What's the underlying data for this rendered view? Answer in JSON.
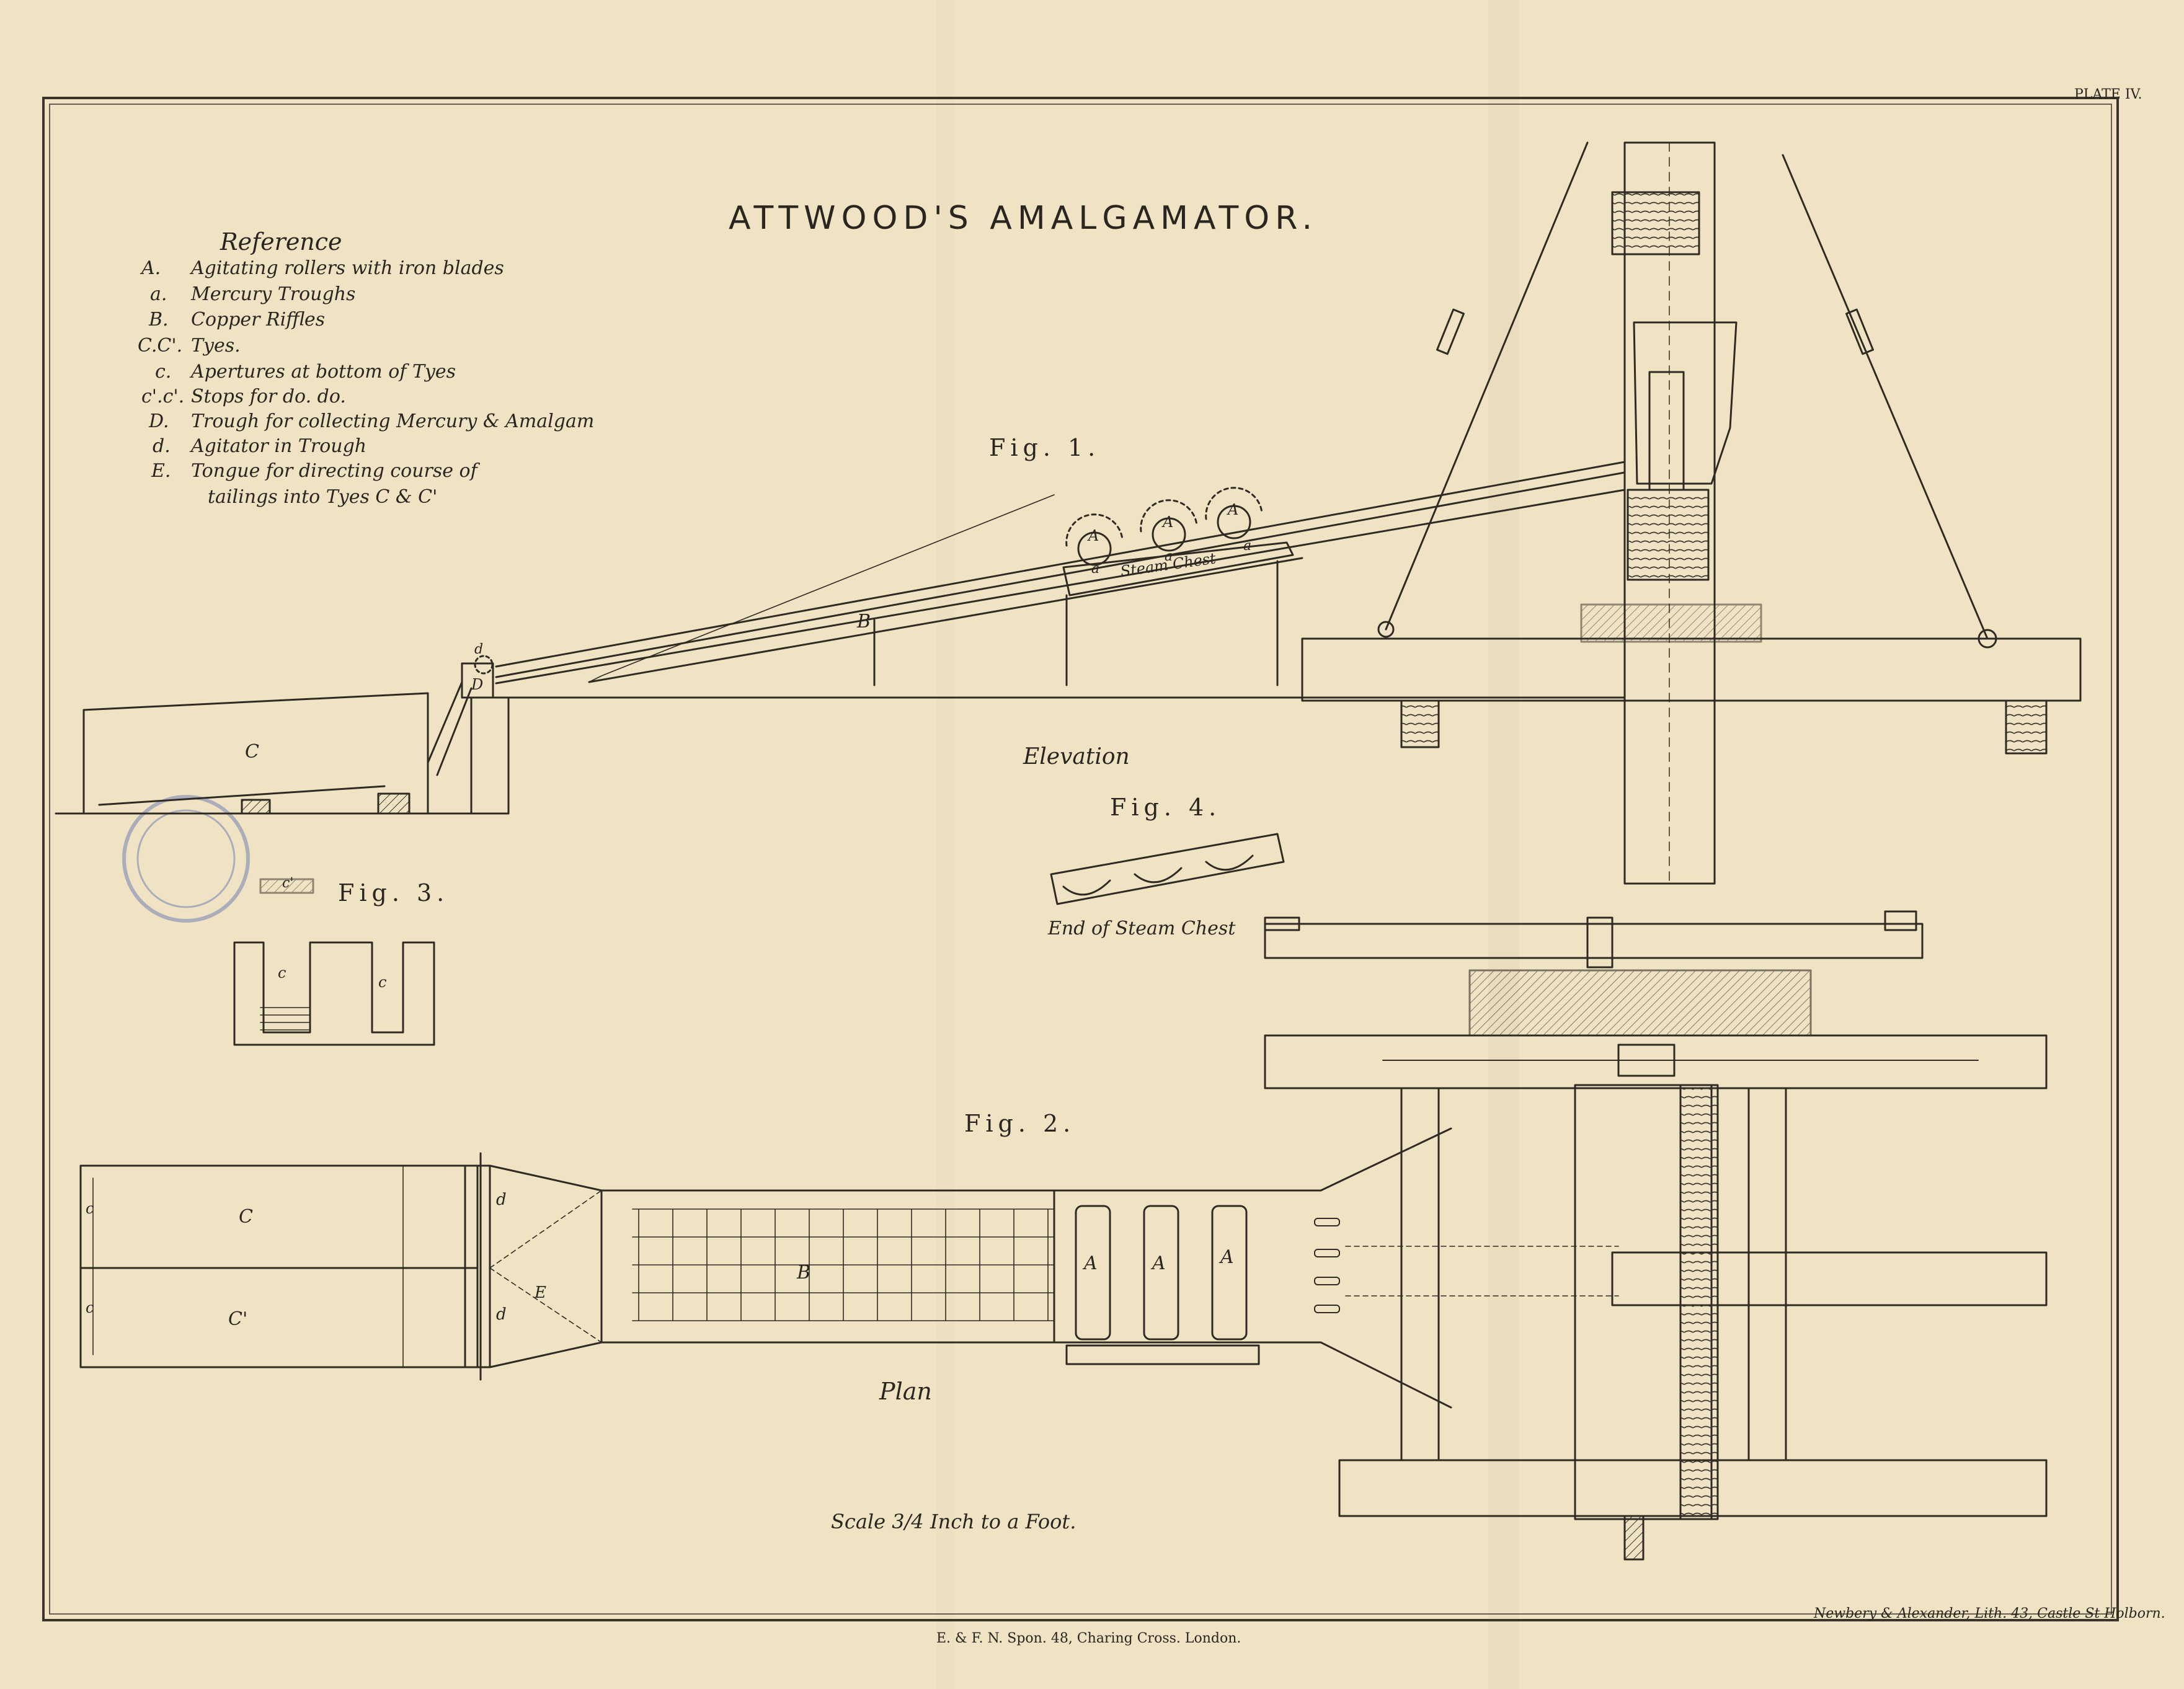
{
  "plate_no": "PLATE IV.",
  "title": "ATTWOOD'S AMALGAMATOR.",
  "reference": {
    "heading": "Reference",
    "items": [
      {
        "key": "A.",
        "text": "Agitating rollers with iron blades"
      },
      {
        "key": "a.",
        "text": "Mercury Troughs"
      },
      {
        "key": "B.",
        "text": "Copper Riffles"
      },
      {
        "key": "C.C'.",
        "text": "Tyes."
      },
      {
        "key": "c.",
        "text": "Apertures at bottom of Tyes"
      },
      {
        "key": "c'.c'.",
        "text": "Stops for          do.          do."
      },
      {
        "key": "D.",
        "text": "Trough for collecting Mercury & Amalgam"
      },
      {
        "key": "d.",
        "text": "Agitator in Trough"
      },
      {
        "key": "E.",
        "text": "Tongue for directing course of"
      },
      {
        "key": "",
        "text": "tailings into Tyes C & C'"
      }
    ]
  },
  "figures": {
    "fig1": "Fig. 1.",
    "fig2": "Fig. 2.",
    "fig3": "Fig. 3.",
    "fig4": "Fig. 4.",
    "elevation": "Elevation",
    "plan": "Plan",
    "end_of_steam_chest": "End of Steam Chest",
    "steam_chest": "Steam Chest"
  },
  "labels": {
    "A": "A",
    "a": "a",
    "B": "B",
    "C": "C",
    "C_prime": "C'",
    "c": "c",
    "c_prime": "c'",
    "D": "D",
    "d": "d",
    "E": "E"
  },
  "scale": "Scale 3/4 Inch to a Foot.",
  "lithographer": "Newbery & Alexander, Lith. 43, Castle St Holborn.",
  "publisher": "E. & F. N. Spon. 48, Charing Cross. London."
}
